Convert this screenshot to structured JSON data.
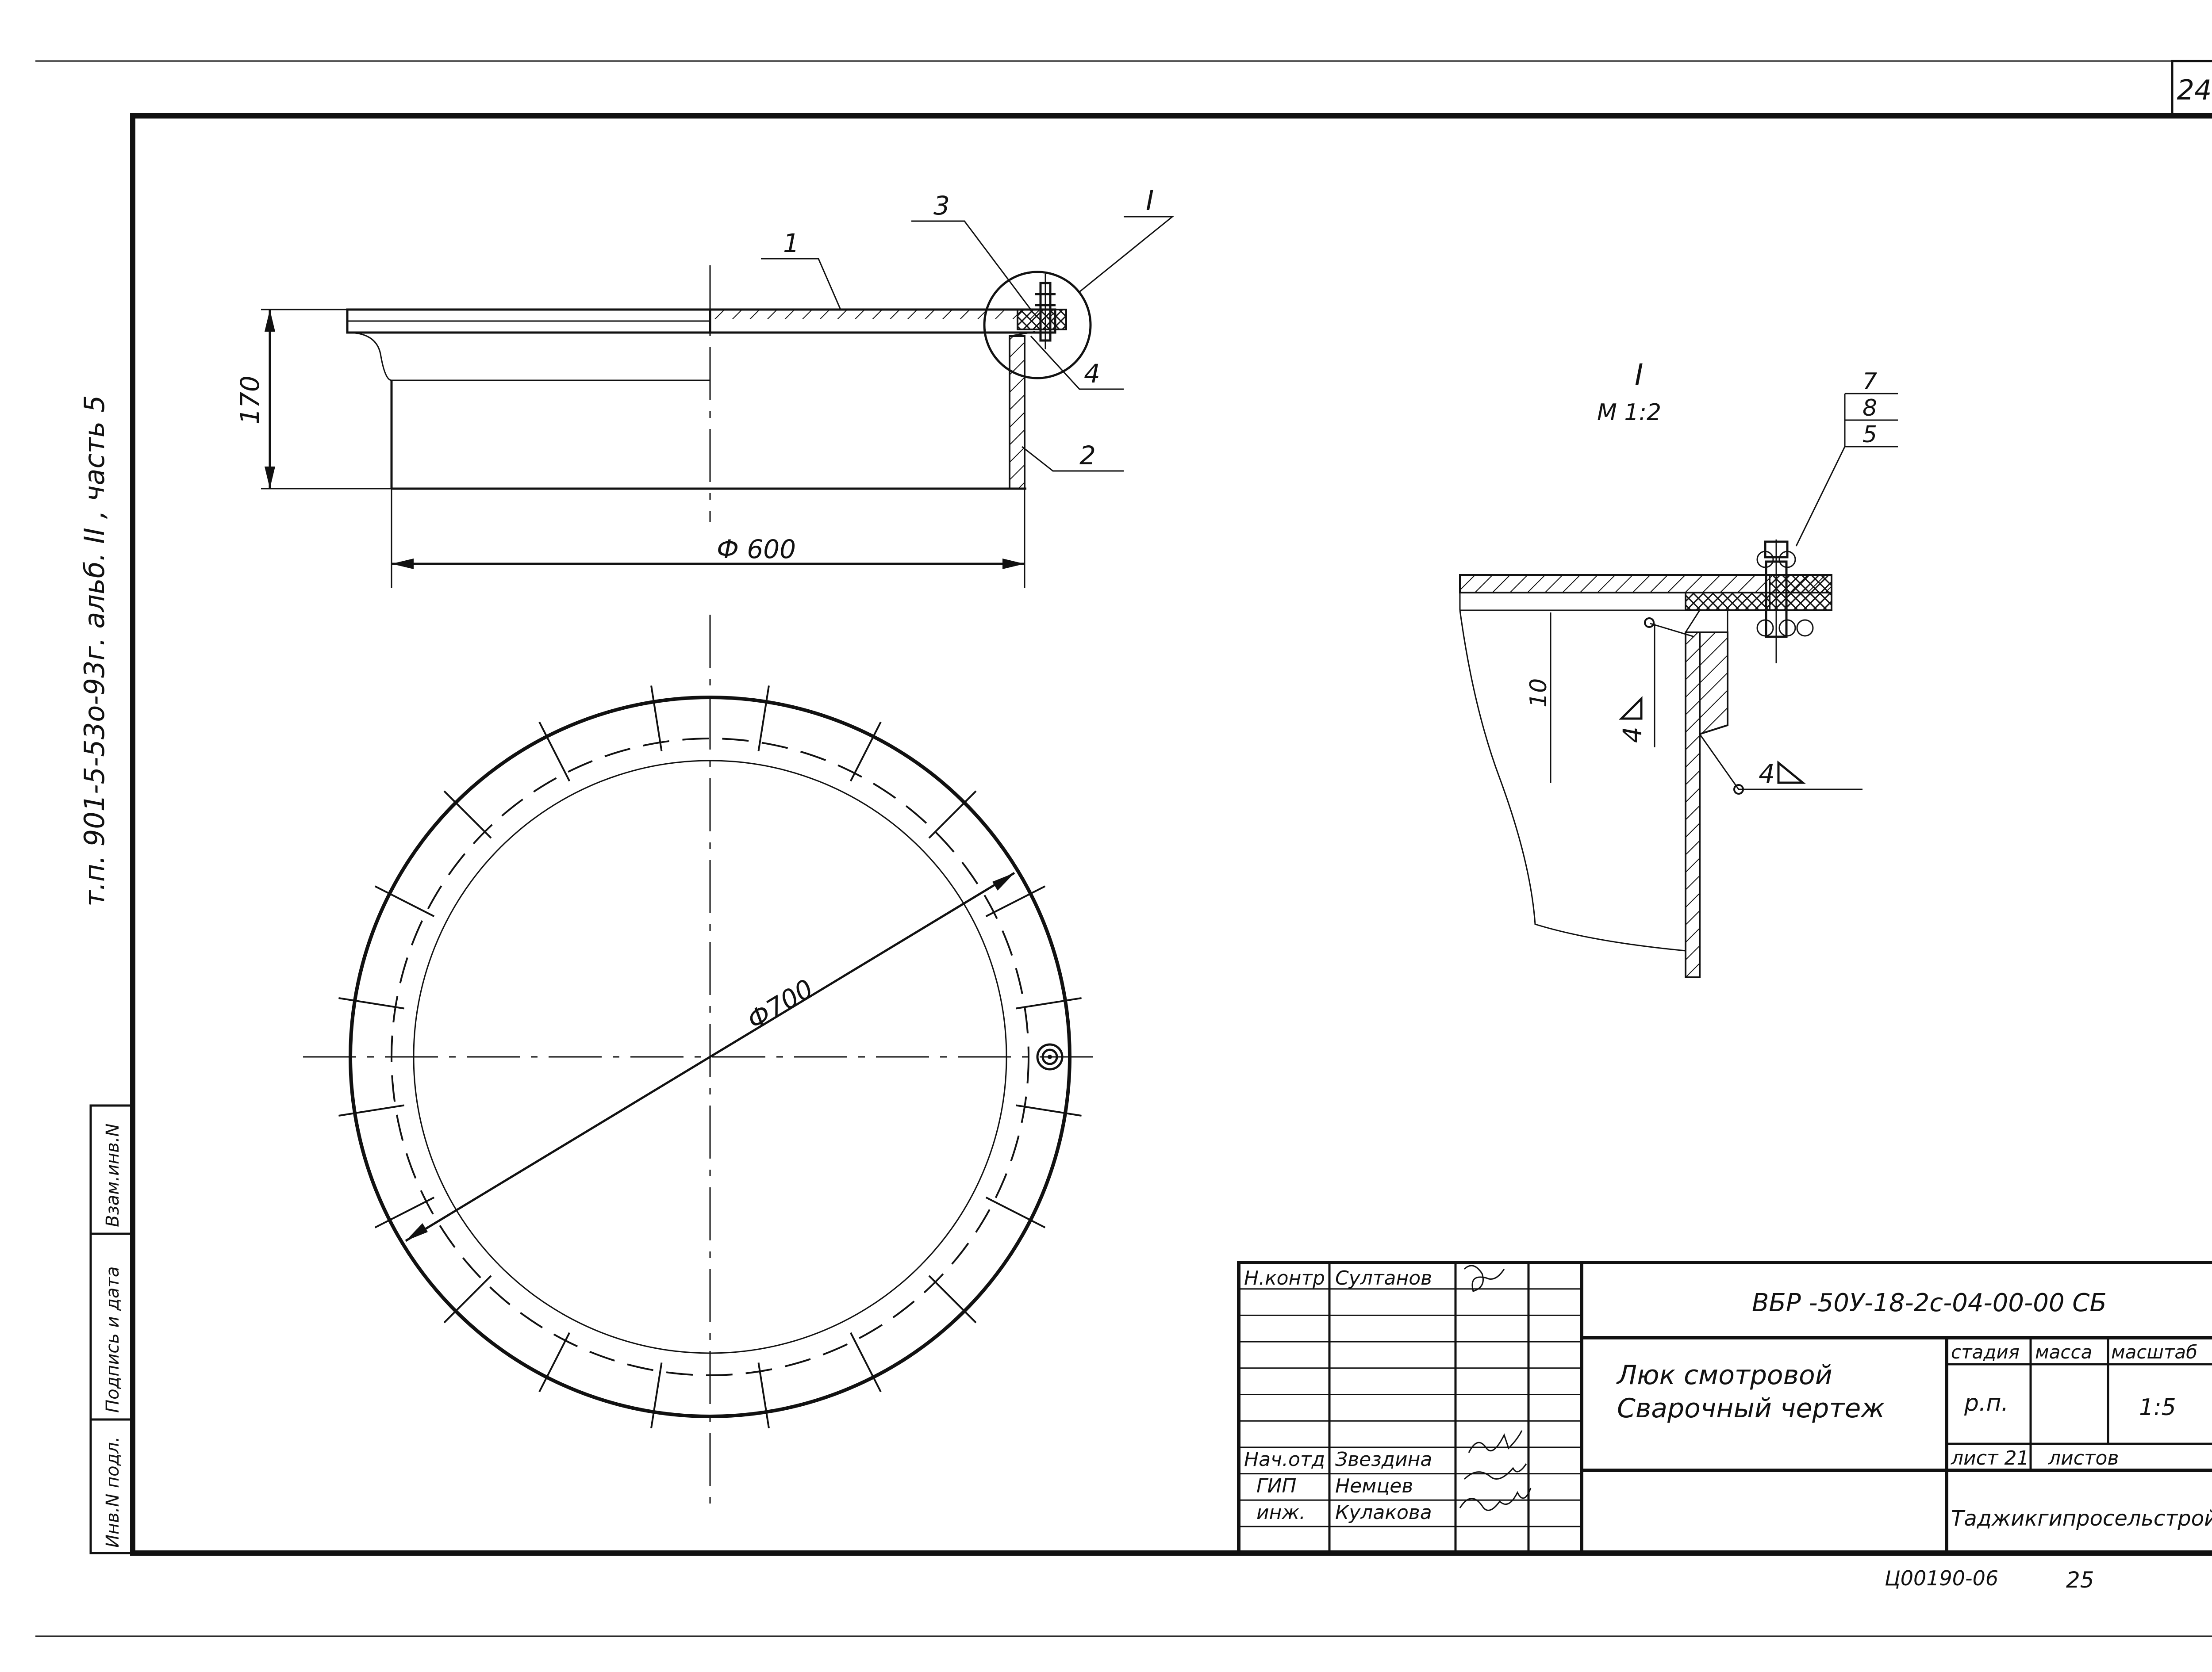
{
  "page_number": "24",
  "side_note": "т.п. 901-5-53о-93г.   альб. II , часть 5",
  "side_table": [
    "Инв.N подл.",
    "Подпись и дата",
    "Взам.инв.N"
  ],
  "section_view": {
    "callouts": [
      "1",
      "2",
      "3",
      "4"
    ],
    "detail_marker": "I",
    "dim_height": "170",
    "dim_diameter": "Ф 600"
  },
  "plan_view": {
    "dim_diameter": "Ф700"
  },
  "detail_view": {
    "title": "I",
    "scale": "М 1:2",
    "callouts": [
      "7",
      "8",
      "5"
    ],
    "dim_thickness": "10",
    "weld_1": "4",
    "weld_2": "4"
  },
  "title_block": {
    "designation": "ВБР -50У-18-2с-04-00-00 СБ",
    "name_line1": "Люк смотровой",
    "name_line2": "Сварочный чертеж",
    "stage_header": "стадия",
    "mass_header": "масса",
    "scale_header": "масштаб",
    "stage_value": "р.п.",
    "scale_value": "1:5",
    "sheet_label": "лист 21",
    "sheets_label": "листов",
    "organization": "Таджикгипросельстрой",
    "roles": [
      {
        "role": "Н.контр",
        "name": "Султанов"
      },
      {
        "role": "Нач.отд",
        "name": "Звездина"
      },
      {
        "role": "ГИП",
        "name": "Немцев"
      },
      {
        "role": "инж.",
        "name": "Кулакова"
      }
    ]
  },
  "bottom_code": "Ц00190-06",
  "bottom_number": "25"
}
